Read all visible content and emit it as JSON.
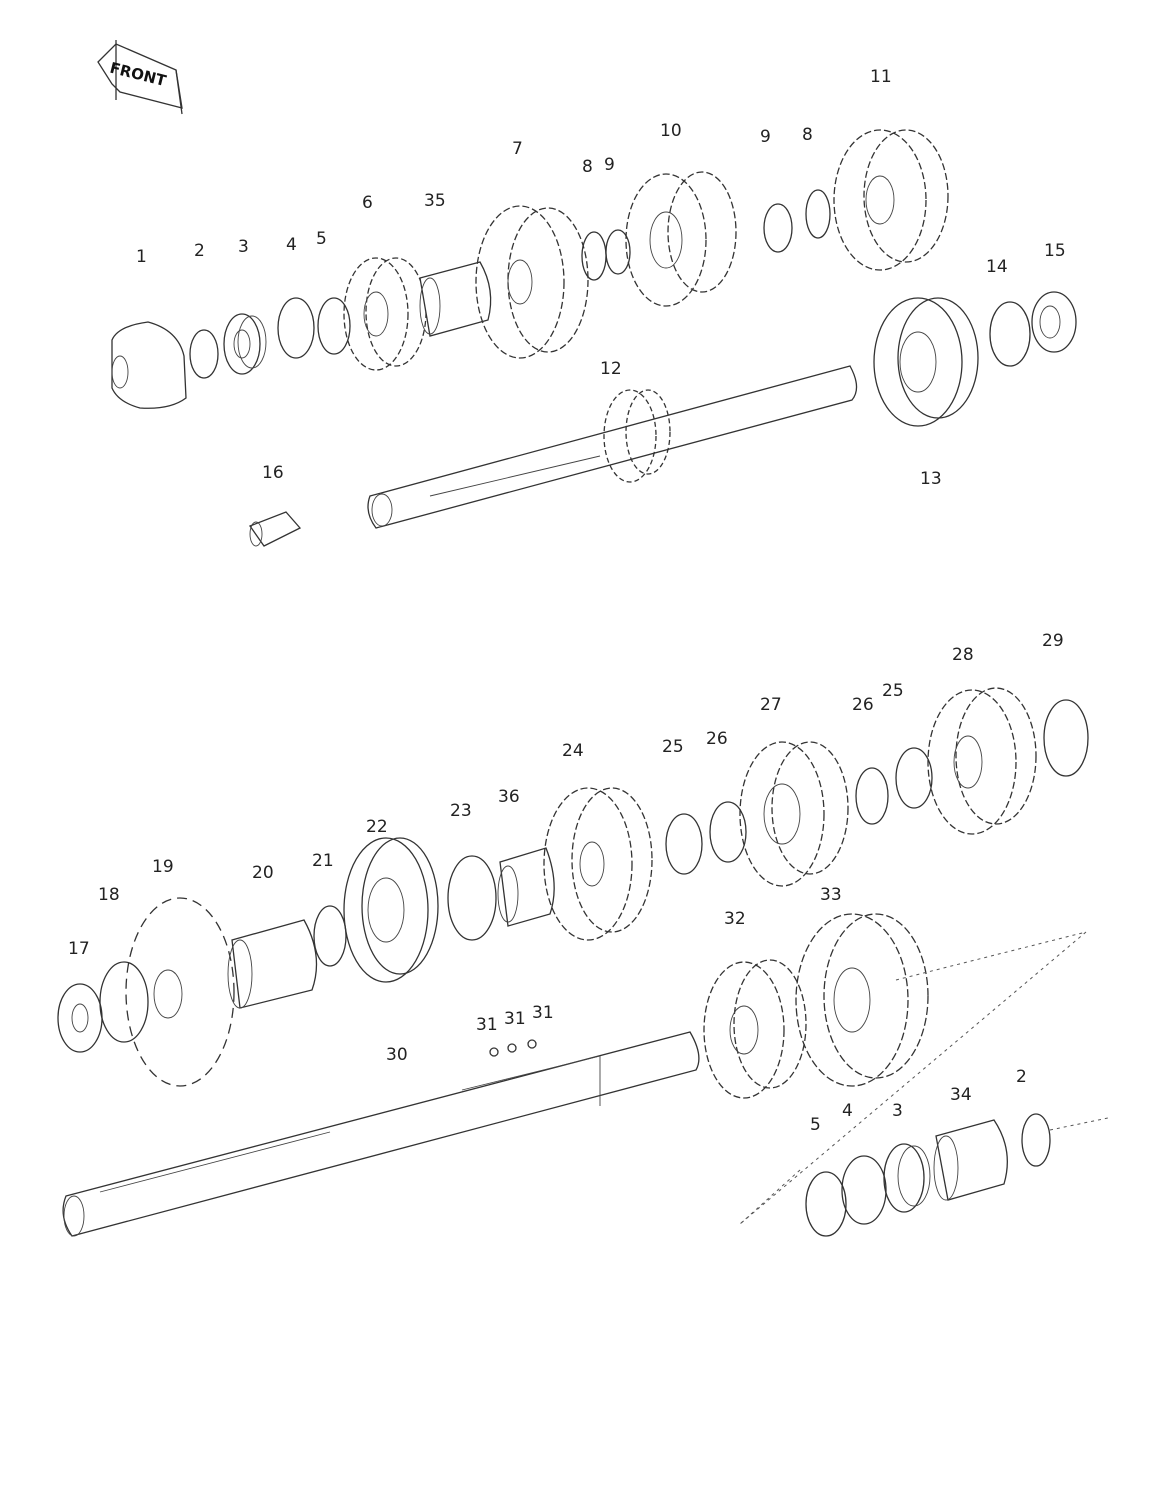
{
  "direction_sign": {
    "text": "FRONT",
    "icon": "front-arrow-icon"
  },
  "callouts": [
    {
      "id": "c1",
      "text": "1"
    },
    {
      "id": "c2",
      "text": "2"
    },
    {
      "id": "c3",
      "text": "3"
    },
    {
      "id": "c4",
      "text": "4"
    },
    {
      "id": "c5",
      "text": "5"
    },
    {
      "id": "c6",
      "text": "6"
    },
    {
      "id": "c35",
      "text": "35"
    },
    {
      "id": "c7",
      "text": "7"
    },
    {
      "id": "c8a",
      "text": "8"
    },
    {
      "id": "c9a",
      "text": "9"
    },
    {
      "id": "c10",
      "text": "10"
    },
    {
      "id": "c9b",
      "text": "9"
    },
    {
      "id": "c8b",
      "text": "8"
    },
    {
      "id": "c11",
      "text": "11"
    },
    {
      "id": "c12",
      "text": "12"
    },
    {
      "id": "c13",
      "text": "13"
    },
    {
      "id": "c14",
      "text": "14"
    },
    {
      "id": "c15",
      "text": "15"
    },
    {
      "id": "c16",
      "text": "16"
    },
    {
      "id": "c17",
      "text": "17"
    },
    {
      "id": "c18",
      "text": "18"
    },
    {
      "id": "c19",
      "text": "19"
    },
    {
      "id": "c20",
      "text": "20"
    },
    {
      "id": "c21",
      "text": "21"
    },
    {
      "id": "c22",
      "text": "22"
    },
    {
      "id": "c23",
      "text": "23"
    },
    {
      "id": "c36",
      "text": "36"
    },
    {
      "id": "c24",
      "text": "24"
    },
    {
      "id": "c25a",
      "text": "25"
    },
    {
      "id": "c26a",
      "text": "26"
    },
    {
      "id": "c27",
      "text": "27"
    },
    {
      "id": "c26b",
      "text": "26"
    },
    {
      "id": "c25b",
      "text": "25"
    },
    {
      "id": "c28",
      "text": "28"
    },
    {
      "id": "c29",
      "text": "29"
    },
    {
      "id": "c32",
      "text": "32"
    },
    {
      "id": "c33",
      "text": "33"
    },
    {
      "id": "c31a",
      "text": "31"
    },
    {
      "id": "c31b",
      "text": "31"
    },
    {
      "id": "c31c",
      "text": "31"
    },
    {
      "id": "c30",
      "text": "30"
    },
    {
      "id": "c5b",
      "text": "5"
    },
    {
      "id": "c4b",
      "text": "4"
    },
    {
      "id": "c3b",
      "text": "3"
    },
    {
      "id": "c34",
      "text": "34"
    },
    {
      "id": "c2b",
      "text": "2"
    }
  ]
}
